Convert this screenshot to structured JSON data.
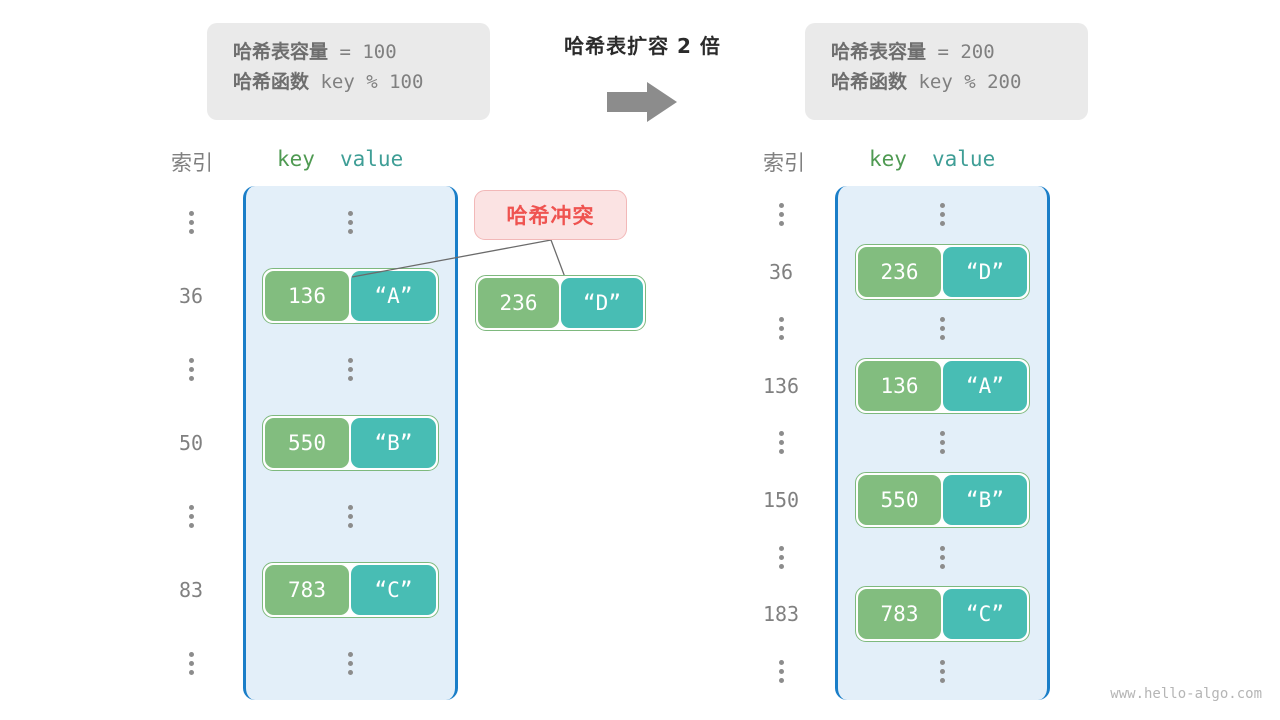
{
  "transform": {
    "label": "哈希表扩容 2 倍",
    "arrow_icon": "right-arrow-icon"
  },
  "info_left": {
    "capacity_line": "哈希表容量 = 100",
    "capacity_cn": "哈希表容量",
    "capacity_expr": " = 100",
    "hash_cn": "哈希函数",
    "hash_expr": " key % 100"
  },
  "info_right": {
    "capacity_cn": "哈希表容量",
    "capacity_expr": " = 200",
    "hash_cn": "哈希函数",
    "hash_expr": " key % 200"
  },
  "headers": {
    "index": "索引",
    "key": "key",
    "value": "value"
  },
  "left_table": {
    "rows": [
      {
        "index": "⋮",
        "type": "dots"
      },
      {
        "index": "36",
        "type": "entry",
        "key": "136",
        "value": "“A”"
      },
      {
        "index": "⋮",
        "type": "dots"
      },
      {
        "index": "50",
        "type": "entry",
        "key": "550",
        "value": "“B”"
      },
      {
        "index": "⋮",
        "type": "dots"
      },
      {
        "index": "83",
        "type": "entry",
        "key": "783",
        "value": "“C”"
      },
      {
        "index": "⋮",
        "type": "dots"
      }
    ]
  },
  "right_table": {
    "rows": [
      {
        "index": "⋮",
        "type": "dots"
      },
      {
        "index": "36",
        "type": "entry",
        "key": "236",
        "value": "“D”"
      },
      {
        "index": "⋮",
        "type": "dots"
      },
      {
        "index": "136",
        "type": "entry",
        "key": "136",
        "value": "“A”"
      },
      {
        "index": "⋮",
        "type": "dots"
      },
      {
        "index": "150",
        "type": "entry",
        "key": "550",
        "value": "“B”"
      },
      {
        "index": "⋮",
        "type": "dots"
      },
      {
        "index": "183",
        "type": "entry",
        "key": "783",
        "value": "“C”"
      },
      {
        "index": "⋮",
        "type": "dots"
      }
    ]
  },
  "collision": {
    "label": "哈希冲突",
    "pair": {
      "key": "236",
      "value": "“D”"
    }
  },
  "watermark": "www.hello-algo.com",
  "colors": {
    "key_cell": "#82bd7f",
    "value_cell": "#48bdb4",
    "bucket_fill": "#e3eff9",
    "bucket_border": "#1a7ec8",
    "collision_bg": "#fbe3e3",
    "collision_text": "#ef5350",
    "info_bg": "#eaeaea",
    "index_text": "#808080"
  }
}
